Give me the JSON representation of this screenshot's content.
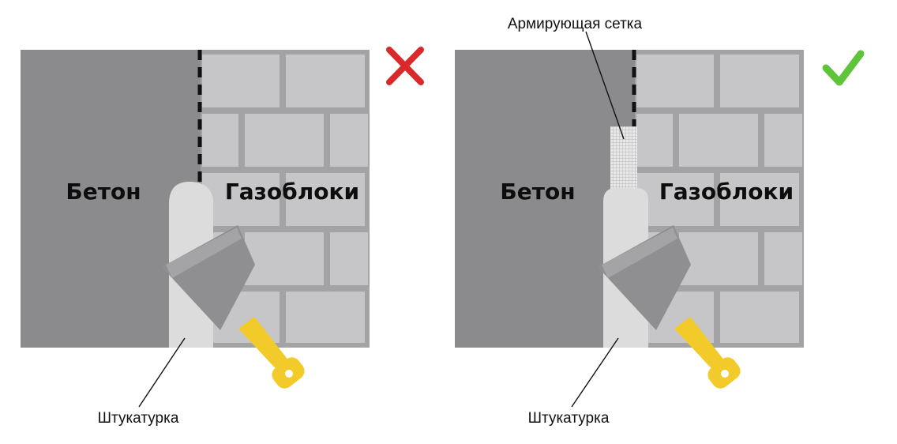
{
  "colors": {
    "concrete": "#8b8b8d",
    "brick": "#c6c6c8",
    "mortar": "#a3a3a5",
    "plaster": "#dcdcdd",
    "trowel_blade": "#8f8f91",
    "handle": "#f2cb2a",
    "wrong_mark": "#d9292a",
    "right_mark": "#5ec43a"
  },
  "panels": [
    {
      "id": "wrong",
      "status_icon": "cross-icon",
      "concrete_label": "Бетон",
      "block_label": "Газоблоки",
      "plaster_label": "Штукатурка",
      "mesh_label": ""
    },
    {
      "id": "right",
      "status_icon": "check-icon",
      "concrete_label": "Бетон",
      "block_label": "Газоблоки",
      "plaster_label": "Штукатурка",
      "mesh_label": "Армирующая сетка"
    }
  ]
}
